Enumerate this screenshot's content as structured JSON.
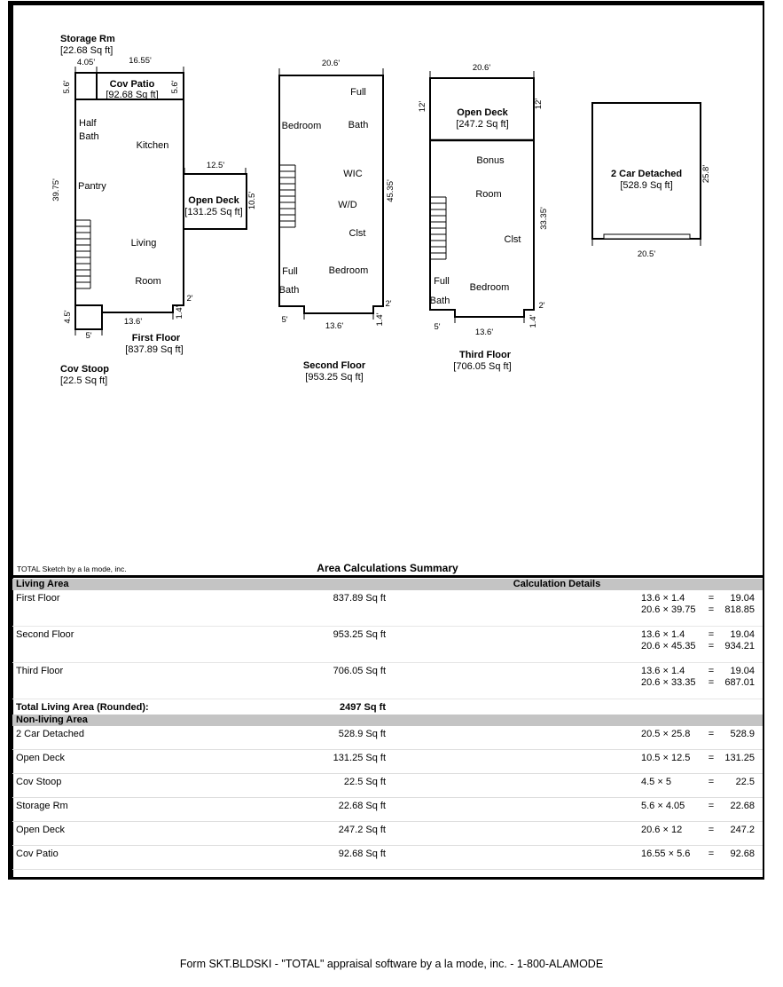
{
  "colors": {
    "wall": "#000000",
    "band_gray": "#c4c4c4"
  },
  "sketch": {
    "floor1": {
      "storage_title": "Storage Rm",
      "storage_area": "[22.68 Sq ft]",
      "patio_title": "Cov Patio",
      "patio_area": "[92.68 Sq ft]",
      "deck_title": "Open Deck",
      "deck_area": "[131.25 Sq ft]",
      "stoop_title": "Cov Stoop",
      "stoop_area": "[22.5 Sq ft]",
      "title": "First Floor",
      "area": "[837.89 Sq ft]",
      "rooms": {
        "half": "Half",
        "bath": "Bath",
        "kitchen": "Kitchen",
        "pantry": "Pantry",
        "living": "Living",
        "room": "Room"
      },
      "dims": {
        "w_storage": "4.05'",
        "w_patio": "16.55'",
        "h_patio_l": "5.6'",
        "h_patio_r": "5.6'",
        "h_main": "39.75'",
        "w_deck": "12.5'",
        "h_deck": "10.5'",
        "w_notch": "2'",
        "h_notch": "1.4'",
        "h_stoop": "4.5'",
        "w_bottom": "13.6'",
        "w_stoop": "5'"
      }
    },
    "floor2": {
      "title": "Second Floor",
      "area": "[953.25 Sq ft]",
      "rooms": {
        "full_top": "Full",
        "bath_top": "Bath",
        "bedroom_top": "Bedroom",
        "wic": "WIC",
        "wd": "W/D",
        "clst": "Clst",
        "full_bottom": "Full",
        "bath_bottom": "Bath",
        "bedroom_bottom": "Bedroom"
      },
      "dims": {
        "w_top": "20.6'",
        "h_main": "45.35'",
        "w_notch": "2'",
        "h_notch": "1.4'",
        "w_left": "5'",
        "w_bottom": "13.6'"
      }
    },
    "floor3": {
      "deck_title": "Open Deck",
      "deck_area": "[247.2 Sq ft]",
      "title": "Third Floor",
      "area": "[706.05 Sq ft]",
      "rooms": {
        "bonus": "Bonus",
        "room": "Room",
        "clst": "Clst",
        "full": "Full",
        "bath": "Bath",
        "bedroom": "Bedroom"
      },
      "dims": {
        "w_top": "20.6'",
        "h_deck_l": "12'",
        "h_deck_r": "12'",
        "h_main": "33.35'",
        "w_notch": "2'",
        "h_notch": "1.4'",
        "w_left": "5'",
        "w_bottom": "13.6'"
      }
    },
    "garage": {
      "title": "2 Car Detached",
      "area": "[528.9 Sq ft]",
      "dims": {
        "h": "25.8'",
        "w": "20.5'"
      }
    }
  },
  "summary": {
    "note": "TOTAL Sketch by a la mode, inc.",
    "title": "Area Calculations Summary",
    "living_header": "Living Area",
    "details_header": "Calculation Details",
    "equals": "=",
    "living_rows": [
      {
        "name": "First Floor",
        "area": "837.89 Sq ft",
        "calcs": [
          {
            "expr": "13.6 × 1.4",
            "result": "19.04"
          },
          {
            "expr": "20.6 × 39.75",
            "result": "818.85"
          }
        ]
      },
      {
        "name": "Second Floor",
        "area": "953.25 Sq ft",
        "calcs": [
          {
            "expr": "13.6 × 1.4",
            "result": "19.04"
          },
          {
            "expr": "20.6 × 45.35",
            "result": "934.21"
          }
        ]
      },
      {
        "name": "Third Floor",
        "area": "706.05 Sq ft",
        "calcs": [
          {
            "expr": "13.6 × 1.4",
            "result": "19.04"
          },
          {
            "expr": "20.6 × 33.35",
            "result": "687.01"
          }
        ]
      }
    ],
    "total_label": "Total Living Area (Rounded):",
    "total_area": "2497 Sq ft",
    "nonliving_header": "Non-living Area",
    "nonliving_rows": [
      {
        "name": "2 Car Detached",
        "area": "528.9 Sq ft",
        "calcs": [
          {
            "expr": "20.5 × 25.8",
            "result": "528.9"
          }
        ]
      },
      {
        "name": "Open Deck",
        "area": "131.25 Sq ft",
        "calcs": [
          {
            "expr": "10.5 × 12.5",
            "result": "131.25"
          }
        ]
      },
      {
        "name": "Cov Stoop",
        "area": "22.5 Sq ft",
        "calcs": [
          {
            "expr": "4.5 × 5",
            "result": "22.5"
          }
        ]
      },
      {
        "name": "Storage Rm",
        "area": "22.68 Sq ft",
        "calcs": [
          {
            "expr": "5.6 × 4.05",
            "result": "22.68"
          }
        ]
      },
      {
        "name": "Open Deck",
        "area": "247.2 Sq ft",
        "calcs": [
          {
            "expr": "20.6 × 12",
            "result": "247.2"
          }
        ]
      },
      {
        "name": "Cov Patio",
        "area": "92.68 Sq ft",
        "calcs": [
          {
            "expr": "16.55 × 5.6",
            "result": "92.68"
          }
        ]
      }
    ]
  },
  "footer": "Form SKT.BLDSKI - \"TOTAL\" appraisal software by a la mode, inc. - 1-800-ALAMODE"
}
